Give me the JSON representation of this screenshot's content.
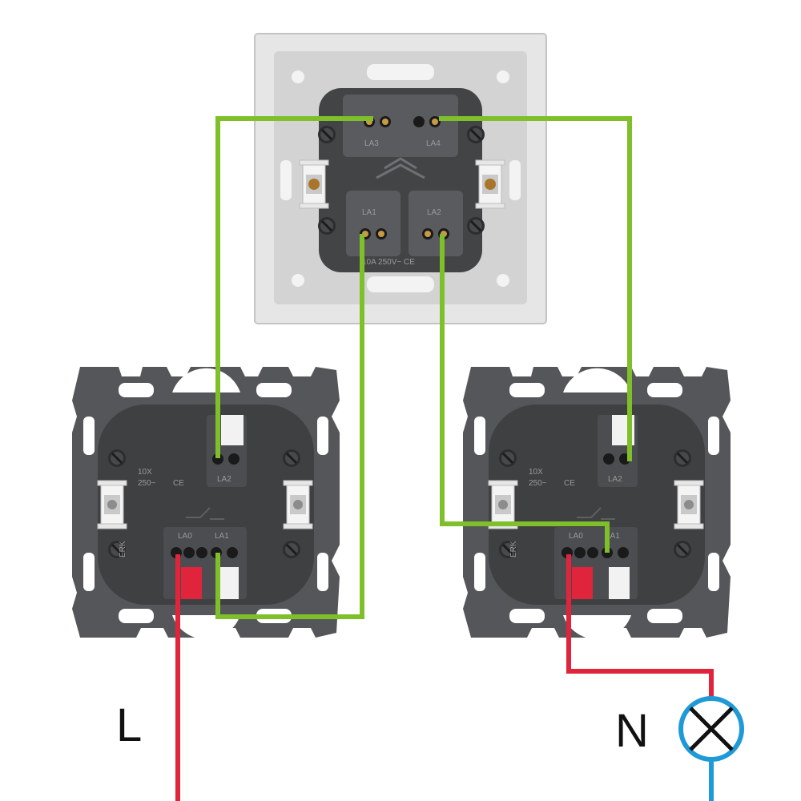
{
  "labels": {
    "line": "L",
    "neutral": "N"
  },
  "terminals": {
    "cross_top_left": "LA3",
    "cross_top_right": "LA4",
    "cross_bottom_left": "LA1",
    "cross_bottom_right": "LA2",
    "pass_left_top": "LA2",
    "pass_left_bottom_left": "LA0",
    "pass_left_bottom_right": "LA1",
    "pass_right_top": "LA2",
    "pass_right_bottom_left": "LA0",
    "pass_right_bottom_right": "LA1"
  },
  "markings": {
    "cross_rating": "10A 250V~ CE",
    "pass_rating_1": "10X",
    "pass_rating_2": "250~",
    "pass_ce": "CE",
    "pass_brand": "ERK"
  },
  "colors": {
    "phase_wire": "#e0243c",
    "switch_wire": "#7fbf2a",
    "neutral_wire": "#1e9ad6",
    "plate_dark": "#555659",
    "frame_light": "#dcdcdc",
    "terminal_red": "#e0243c"
  },
  "icons": {
    "lamp": "lamp-cross-icon"
  }
}
